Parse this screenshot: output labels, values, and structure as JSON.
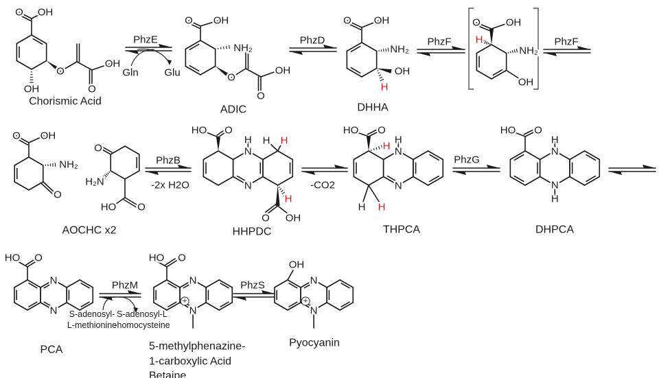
{
  "title": "Phenazine / pyocyanin biosynthesis pathway",
  "compounds": {
    "chorismic": "Chorismic Acid",
    "adic": "ADIC",
    "dhha": "DHHA",
    "aochc": "AOCHC x2",
    "hhpdc": "HHPDC",
    "thpca": "THPCA",
    "dhpca": "DHPCA",
    "pca": "PCA",
    "mpcba": [
      "5-methylphenazine-",
      "1-carboxylic Acid",
      "Betaine"
    ],
    "pyocyanin": "Pyocyanin"
  },
  "enzymes": {
    "phzE": "PhzE",
    "phzD": "PhzD",
    "phzF1": "PhzF",
    "phzF2": "PhzF",
    "phzB": "PhzB",
    "phzG": "PhzG",
    "phzM": "PhzM",
    "phzS": "PhzS"
  },
  "cofactors": {
    "gln": "Gln",
    "glu": "Glu",
    "h2o": "-2x H2O",
    "co2": "-CO2",
    "sam": [
      "S-adenosyl-",
      "L-methionine"
    ],
    "sah": [
      "S-adenosyl-L",
      "-homocysteine"
    ]
  },
  "atoms": {
    "chorismic": [
      {
        "text": "O"
      },
      {
        "text": "OH"
      },
      {
        "text": "O"
      },
      {
        "text": "O"
      },
      {
        "text": "OH"
      },
      {
        "text": "OH"
      }
    ],
    "adic": [
      {
        "text": "O"
      },
      {
        "text": "OH"
      },
      {
        "text": "NH₂"
      },
      {
        "text": "O"
      },
      {
        "text": "O"
      },
      {
        "text": "OH"
      }
    ],
    "dhha": [
      {
        "text": "O"
      },
      {
        "text": "OH"
      },
      {
        "text": "NH₂"
      },
      {
        "text": "OH"
      },
      {
        "text": "H",
        "highlight": true
      }
    ],
    "intermediate": [
      {
        "text": "O"
      },
      {
        "text": "OH"
      },
      {
        "text": "H",
        "highlight": true
      },
      {
        "text": "NH₂"
      },
      {
        "text": "OH"
      }
    ],
    "aochc": [
      {
        "text": "O"
      },
      {
        "text": "OH"
      },
      {
        "text": "NH₂"
      },
      {
        "text": "O"
      },
      {
        "text": "O"
      },
      {
        "text": "H₂N"
      },
      {
        "text": "HO"
      },
      {
        "text": "O"
      }
    ],
    "hhpdc": [
      {
        "text": "HO"
      },
      {
        "text": "O"
      },
      {
        "text": "H"
      },
      {
        "text": "N"
      },
      {
        "text": "H"
      },
      {
        "text": "H",
        "highlight": true
      },
      {
        "text": "N"
      },
      {
        "text": "H",
        "highlight": true
      },
      {
        "text": "O"
      },
      {
        "text": "OH"
      }
    ],
    "thpca": [
      {
        "text": "HO"
      },
      {
        "text": "O"
      },
      {
        "text": "H",
        "highlight": true
      },
      {
        "text": "H"
      },
      {
        "text": "N"
      },
      {
        "text": "N"
      },
      {
        "text": "H"
      },
      {
        "text": "H",
        "highlight": true
      }
    ],
    "dhpca": [
      {
        "text": "HO"
      },
      {
        "text": "O"
      },
      {
        "text": "H"
      },
      {
        "text": "N"
      },
      {
        "text": "N"
      },
      {
        "text": "H"
      }
    ],
    "pca": [
      {
        "text": "HO"
      },
      {
        "text": "O"
      },
      {
        "text": "N"
      },
      {
        "text": "N"
      }
    ],
    "mpcba": [
      {
        "text": "HO"
      },
      {
        "text": "O"
      },
      {
        "text": "N"
      },
      {
        "text": "N"
      },
      {
        "text": "+"
      }
    ],
    "pyocyanin": [
      {
        "text": "OH"
      },
      {
        "text": "N"
      },
      {
        "text": "N"
      },
      {
        "text": "+"
      }
    ]
  },
  "colors": {
    "bond": "#1a1a1a",
    "highlight": "#e8141b",
    "bracket": "#555555"
  }
}
